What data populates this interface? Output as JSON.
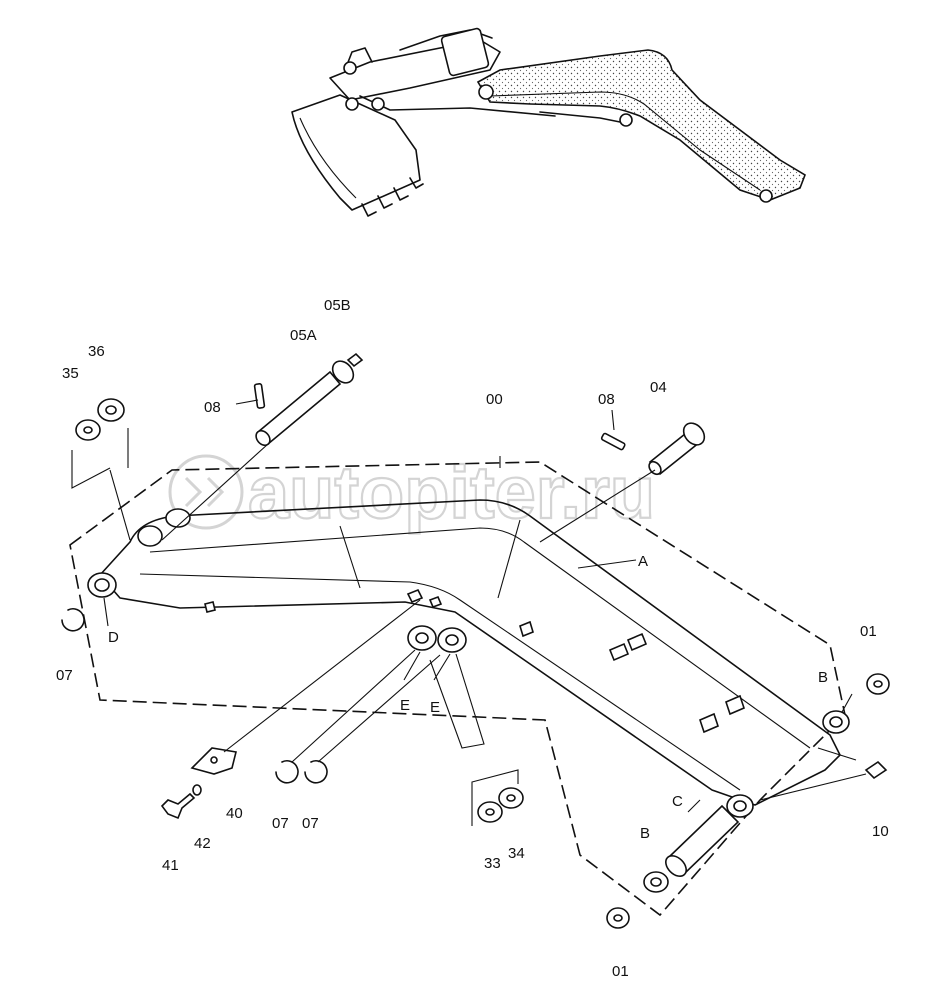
{
  "watermark": "autopiter.ru",
  "labels": {
    "p00": "00",
    "p01a": "01",
    "p01b": "01",
    "p04": "04",
    "p05a": "05A",
    "p05b": "05B",
    "p07a": "07",
    "p07b": "07",
    "p07c": "07",
    "p08a": "08",
    "p08b": "08",
    "p10": "10",
    "p33": "33",
    "p34": "34",
    "p35": "35",
    "p36": "36",
    "p40": "40",
    "p41": "41",
    "p42": "42",
    "ref_a": "A",
    "ref_b1": "B",
    "ref_b2": "B",
    "ref_c": "C",
    "ref_d": "D",
    "ref_e1": "E",
    "ref_e2": "E"
  }
}
